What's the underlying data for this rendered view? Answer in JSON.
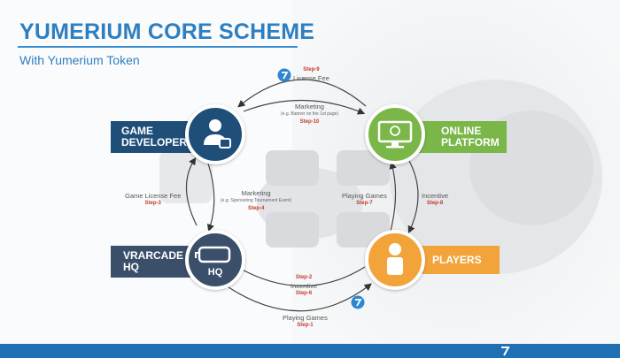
{
  "header": {
    "title": "YUMERIUM CORE SCHEME",
    "subtitle": "With Yumerium Token"
  },
  "nodes": {
    "game_developer": {
      "label_line1": "GAME",
      "label_line2": "DEVELOPER",
      "color": "#1f4e79"
    },
    "online_platform": {
      "label_line1": "ONLINE",
      "label_line2": "PLATFORM",
      "color": "#7ab648"
    },
    "vrarcade": {
      "label_line1": "VRARCADE",
      "label_line2": "HQ",
      "circle_text": "HQ",
      "color": "#3b4f6b"
    },
    "players": {
      "label": "PLAYERS",
      "color": "#f2a33a"
    }
  },
  "flows": {
    "license_fee": {
      "step": "Step-9",
      "label": "License Fee"
    },
    "marketing_top": {
      "label": "Marketing",
      "note": "(e.g. Banner on the 1st page)",
      "step": "Step-10"
    },
    "game_license_fee": {
      "label": "Game License Fee",
      "step": "Step-3"
    },
    "marketing_mid": {
      "label": "Marketing",
      "note": "(e.g. Sponsoring Tournament Event)",
      "step": "Step-4"
    },
    "playing_games_right": {
      "label": "Playing Games",
      "step": "Step-7"
    },
    "incentive_right": {
      "label": "Incentive",
      "step": "Step-8"
    },
    "incentive_bottom": {
      "step_top": "Step-2",
      "label": "Incentive",
      "step": "Step-6"
    },
    "playing_games_bottom": {
      "label": "Playing Games",
      "step": "Step-1"
    }
  },
  "colors": {
    "title": "#2e7fc1",
    "step": "#c4392f",
    "footer": "#1f6fb5",
    "token": "#2e86d0"
  }
}
